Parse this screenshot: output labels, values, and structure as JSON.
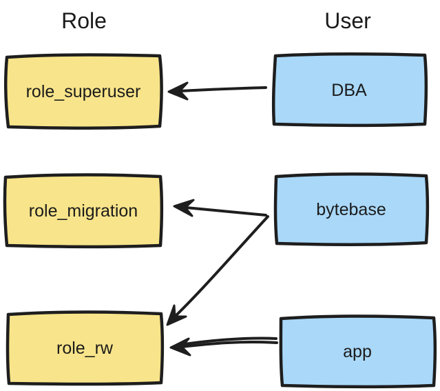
{
  "headers": {
    "role": "Role",
    "user": "User"
  },
  "roles": [
    {
      "id": "role_superuser",
      "label": "role_superuser"
    },
    {
      "id": "role_migration",
      "label": "role_migration"
    },
    {
      "id": "role_rw",
      "label": "role_rw"
    }
  ],
  "users": [
    {
      "id": "DBA",
      "label": "DBA"
    },
    {
      "id": "bytebase",
      "label": "bytebase"
    },
    {
      "id": "app",
      "label": "app"
    }
  ],
  "edges": [
    {
      "from": "DBA",
      "to": "role_superuser"
    },
    {
      "from": "bytebase",
      "to": "role_migration"
    },
    {
      "from": "bytebase",
      "to": "role_rw"
    },
    {
      "from": "app",
      "to": "role_rw"
    }
  ],
  "colors": {
    "role_fill": "#F8E48A",
    "user_fill": "#A9D8F9",
    "stroke": "#1E1E1E",
    "text": "#1B1B1B"
  }
}
